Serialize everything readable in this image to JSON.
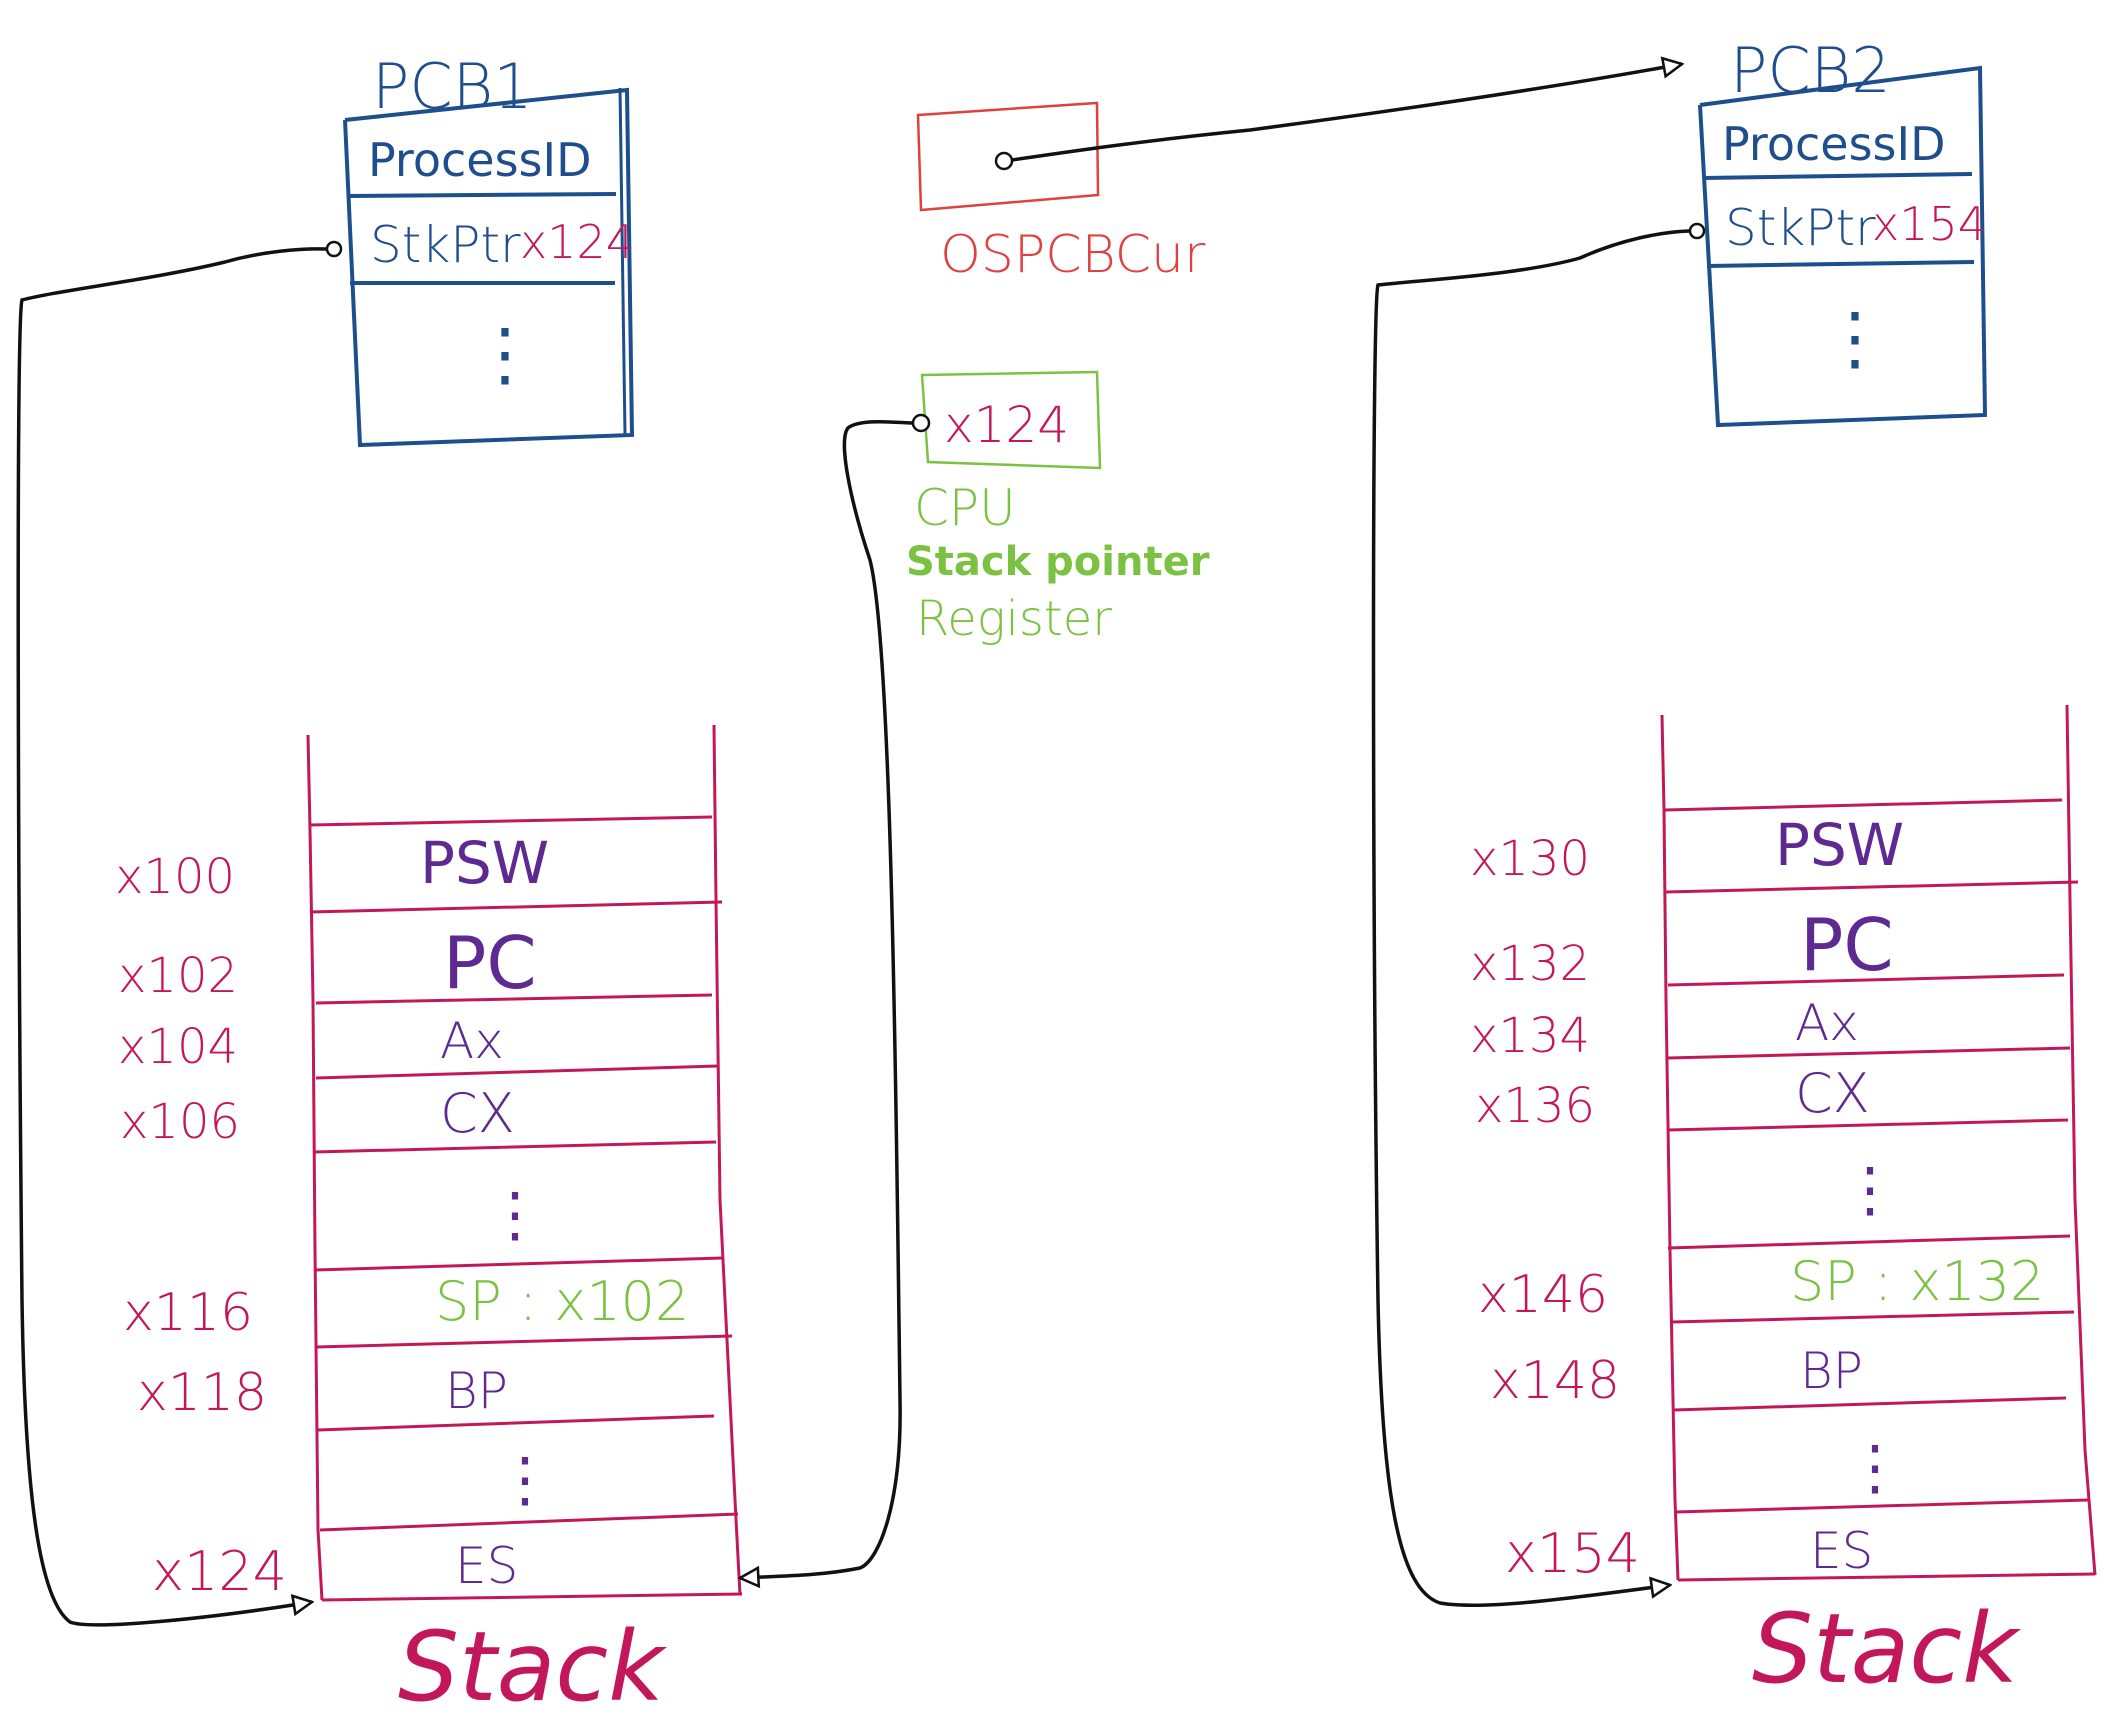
{
  "pcb1": {
    "title": "PCB1",
    "field_process_id": "ProcessID",
    "field_stkptr_label": "StkPtr",
    "field_stkptr_value": "x124",
    "ellipsis": "⋮"
  },
  "pcb2": {
    "title": "PCB2",
    "field_process_id": "ProcessID",
    "field_stkptr_label": "StkPtr",
    "field_stkptr_value": "x154",
    "ellipsis": "⋮"
  },
  "ospcbcur": {
    "label": "OSPCBCur"
  },
  "cpu": {
    "value": "x124",
    "label_line1": "CPU",
    "label_line2": "Stack pointer",
    "label_line3": "Register"
  },
  "stack1": {
    "title": "Stack",
    "addresses": [
      "x100",
      "x102",
      "x104",
      "x106",
      "x116",
      "x118",
      "x124"
    ],
    "cells": [
      "PSW",
      "PC",
      "Ax",
      "CX",
      "⋮",
      "SP : x102",
      "BP",
      "⋮",
      "ES"
    ]
  },
  "stack2": {
    "title": "Stack",
    "addresses": [
      "x130",
      "x132",
      "x134",
      "x136",
      "x146",
      "x148",
      "x154"
    ],
    "cells": [
      "PSW",
      "PC",
      "Ax",
      "CX",
      "⋮",
      "SP : x132",
      "BP",
      "⋮",
      "ES"
    ]
  },
  "colors": {
    "pcb": "#1f4e8c",
    "stack": "#c2185b",
    "register_text": "#5e2a91",
    "sp_green": "#7cc242",
    "cpu_green": "#7cc242",
    "ospcbcur_red": "#e04040",
    "arrow": "#111111"
  }
}
